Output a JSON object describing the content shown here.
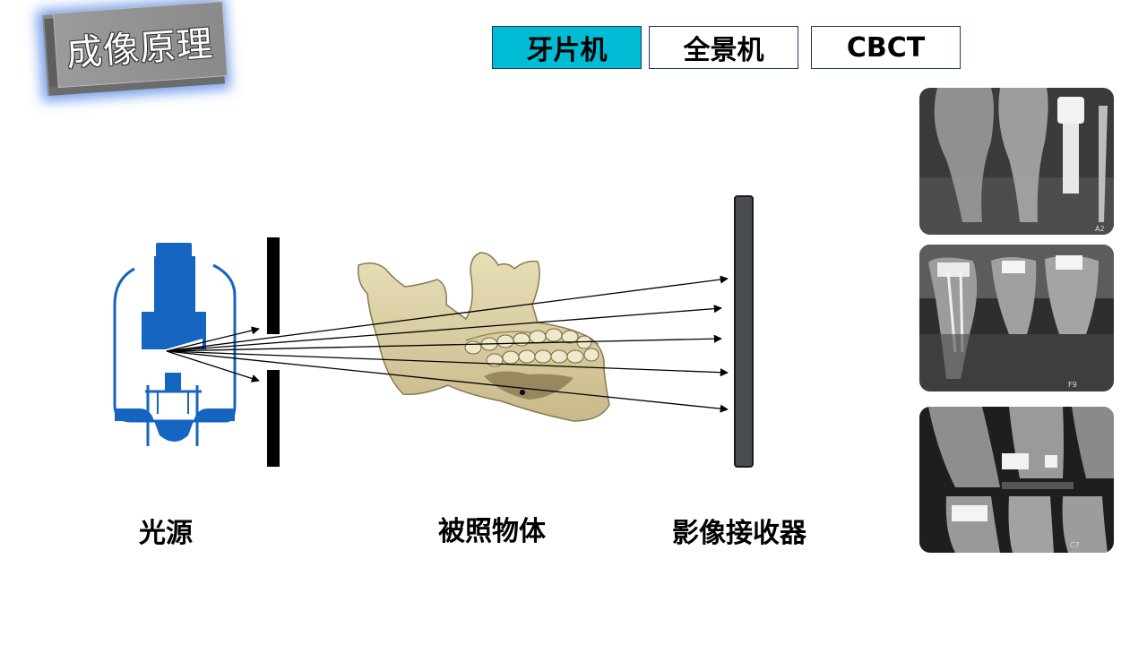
{
  "title": "成像原理",
  "tabs": [
    {
      "label": "牙片机"
    },
    {
      "label": "全景机"
    },
    {
      "label": "CBCT"
    }
  ],
  "diagram": {
    "labels": {
      "source": "光源",
      "object": "被照物体",
      "receiver": "影像接收器"
    }
  },
  "xray_images": [
    {
      "corner_mark": "A2"
    },
    {
      "corner_mark": "F9"
    },
    {
      "corner_mark": "C7"
    }
  ],
  "colors": {
    "accent_tab": "#00bcd4",
    "tube_blue": "#1565c0",
    "banner_gray": "#8a8a8a",
    "receiver_gray": "#4a4d4f"
  }
}
